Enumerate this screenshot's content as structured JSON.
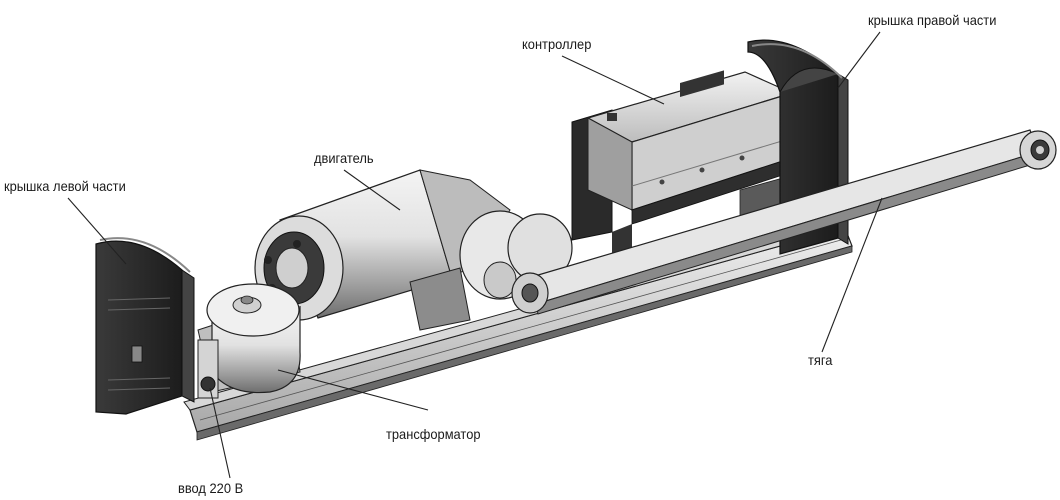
{
  "labels": {
    "controller": "контроллер",
    "right_cover": "крышка правой части",
    "motor": "двигатель",
    "left_cover": "крышка левой части",
    "rod": "тяга",
    "transformer": "трансформатор",
    "power_input": "ввод 220 В"
  }
}
